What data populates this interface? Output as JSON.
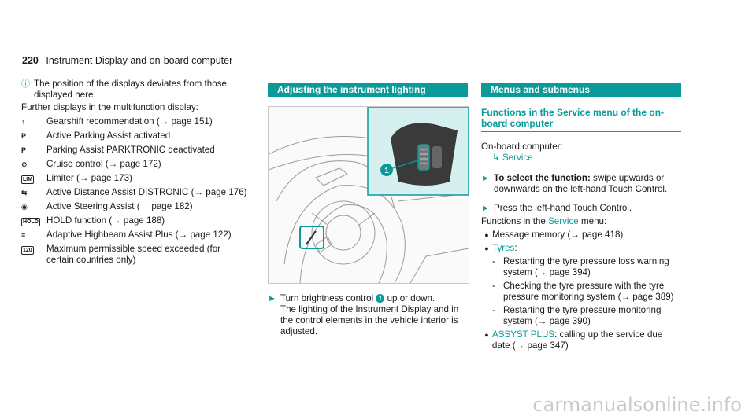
{
  "header": {
    "page_number": "220",
    "title": "Instrument Display and on-board computer"
  },
  "col1": {
    "note": "The position of the displays deviates from those displayed here.",
    "intro": "Further displays in the multifunction display:",
    "items": [
      {
        "sym": "↑",
        "text": "Gearshift recommendation (→ page 151)"
      },
      {
        "sym": "P",
        "text": "Active Parking Assist activated"
      },
      {
        "sym": "P",
        "text": "Parking Assist PARKTRONIC deactivated"
      },
      {
        "sym": "⊘",
        "text": "Cruise control (→ page 172)"
      },
      {
        "sym": "LIM",
        "text": "Limiter (→ page 173)"
      },
      {
        "sym": "⇆",
        "text": "Active Distance Assist DISTRONIC (→ page 176)"
      },
      {
        "sym": "◉",
        "text": "Active Steering Assist (→ page 182)"
      },
      {
        "sym": "HOLD",
        "text": "HOLD function (→ page 188)"
      },
      {
        "sym": "≡",
        "text": "Adaptive Highbeam Assist Plus (→ page 122)"
      },
      {
        "sym": "120",
        "text": "Maximum permissible speed exceeded (for certain countries only)"
      }
    ]
  },
  "col2": {
    "section_title": "Adjusting the instrument lighting",
    "step_pre": "Turn brightness control",
    "step_badge": "1",
    "step_post": "up or down.",
    "step_body": "The lighting of the Instrument Display and in the control elements in the vehicle interior is adjusted."
  },
  "col3": {
    "section_title": "Menus and submenus",
    "sub_title": "Functions in the Service menu of the on-board computer",
    "path_label": "On-board computer:",
    "path_link": "Service",
    "step1_bold": "To select the function:",
    "step1_text": " swipe upwards or downwards on the left-hand Touch Control.",
    "step2": "Press the left-hand Touch Control.",
    "functions_pre": "Functions in the ",
    "functions_link": "Service",
    "functions_post": " menu:",
    "b1": "Message memory (→ page 418)",
    "b2_link": "Tyres",
    "b2_post": ":",
    "d1": "Restarting the tyre pressure loss warning system (→ page 394)",
    "d2": "Checking the tyre pressure with the tyre pressure monitoring system (→ page 389)",
    "d3": "Restarting the tyre pressure monitoring system (→ page 390)",
    "b3_link": "ASSYST PLUS",
    "b3_post": ": calling up the service due date (→ page 347)"
  },
  "watermark": "carmanualsonline.info"
}
